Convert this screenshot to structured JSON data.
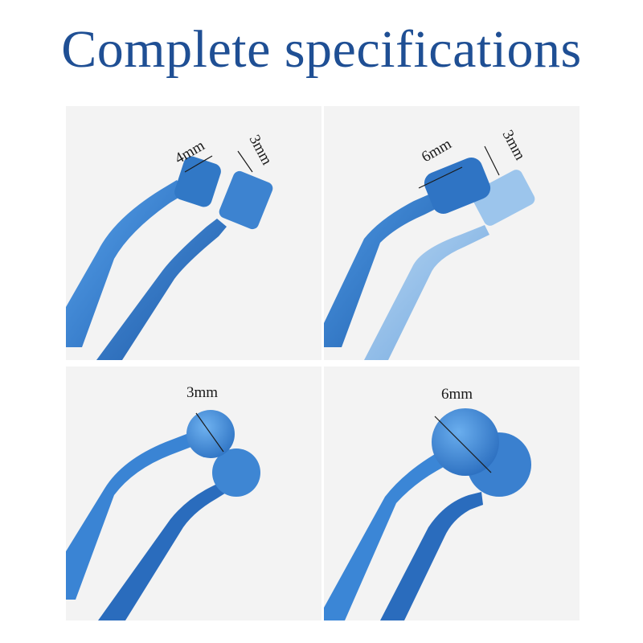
{
  "title": "Complete specifications",
  "colors": {
    "title": "#1f4f94",
    "instrument_front": "#3b86d6",
    "instrument_back": "#2f74c4",
    "instrument_pale": "#8cbbe8",
    "panel_background": "#f3f3f3"
  },
  "panels": [
    {
      "tip_shape": "flat-rectangular",
      "labels": [
        "4mm",
        "3mm"
      ]
    },
    {
      "tip_shape": "flat-rectangular",
      "labels": [
        "6mm",
        "3mm"
      ]
    },
    {
      "tip_shape": "round-disc",
      "labels": [
        "3mm"
      ]
    },
    {
      "tip_shape": "round-disc",
      "labels": [
        "6mm"
      ]
    }
  ]
}
